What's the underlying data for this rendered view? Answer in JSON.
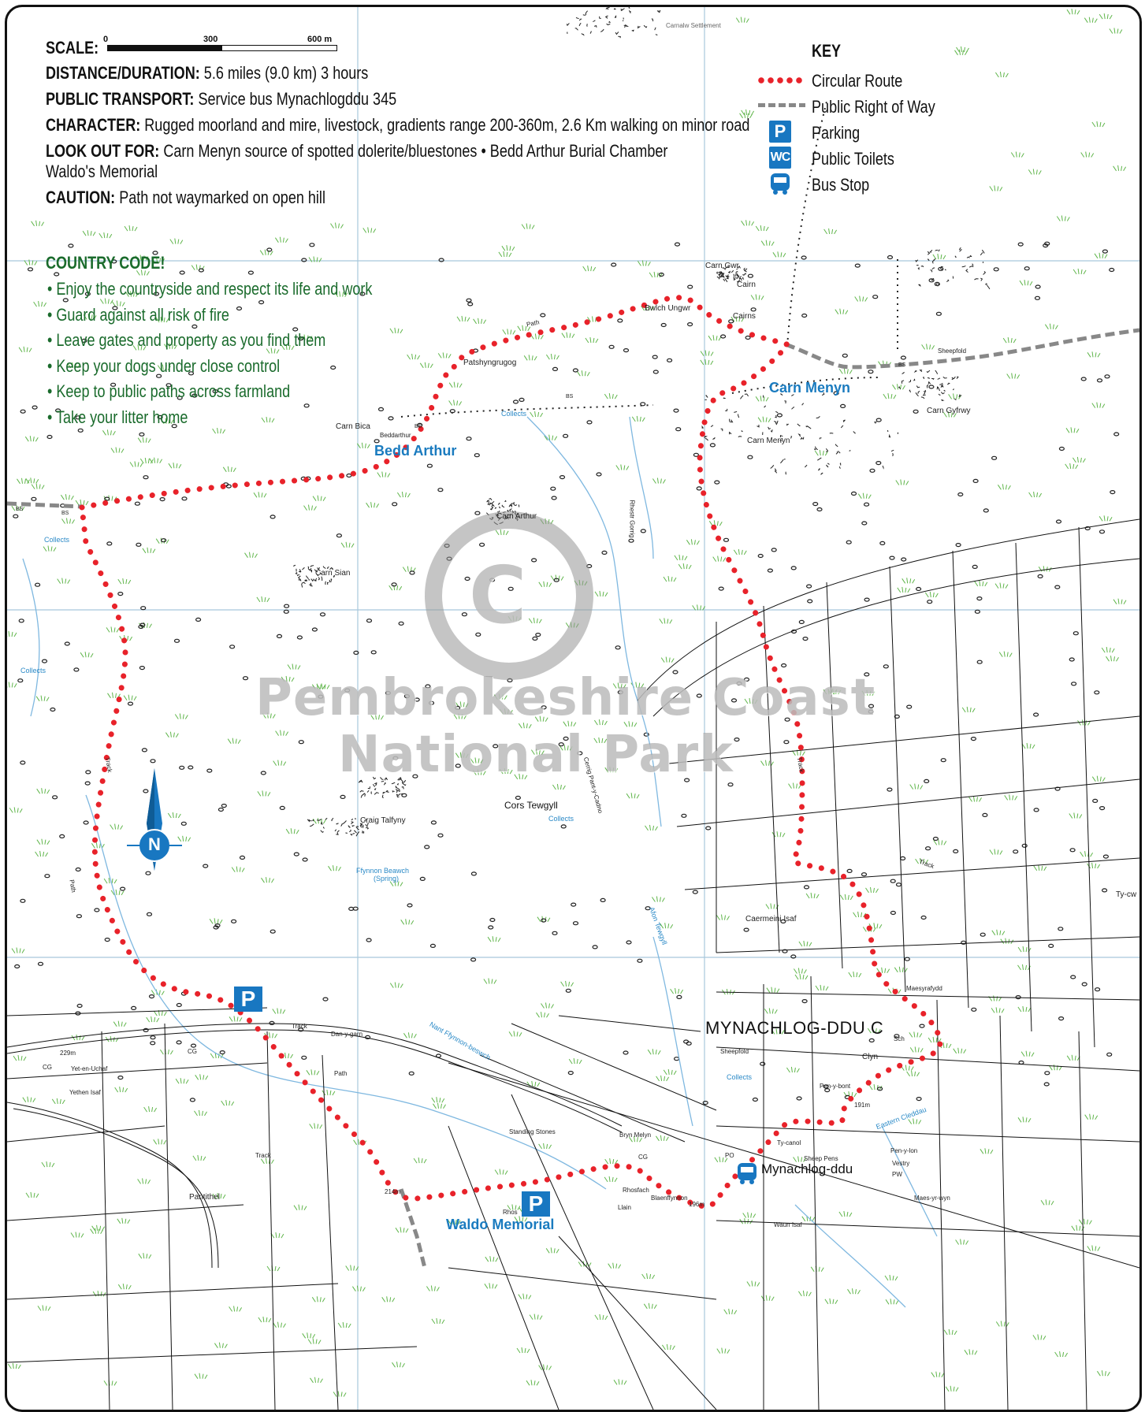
{
  "info": {
    "scale_label": "SCALE:",
    "scale_ticks": [
      "0",
      "300",
      "600 m"
    ],
    "distance_label": "DISTANCE/DURATION:",
    "distance_value": "5.6 miles (9.0 km) 3 hours",
    "transport_label": "PUBLIC TRANSPORT:",
    "transport_value": "Service bus Mynachlogddu 345",
    "character_label": "CHARACTER:",
    "character_value": "Rugged moorland and mire, livestock, gradients range 200-360m, 2.6 Km walking on minor road",
    "lookout_label": "LOOK OUT FOR:",
    "lookout_value": "Carn Menyn source of spotted dolerite/bluestones • Bedd Arthur Burial Chamber",
    "lookout_value_2": "Waldo's Memorial",
    "caution_label": "CAUTION:",
    "caution_value": "Path not waymarked on open hill"
  },
  "country_code": {
    "title": "COUNTRY CODE!",
    "items": [
      "Enjoy the countryside and respect its life and work",
      "Guard against all risk of fire",
      "Leave gates and property as you find them",
      "Keep your dogs under close control",
      "Keep to public paths across farmland",
      "Take your litter home"
    ]
  },
  "key": {
    "title": "KEY",
    "items": [
      {
        "icon": "red-dotted-line",
        "label": "Circular Route"
      },
      {
        "icon": "grey-dashed-line",
        "label": "Public Right of Way"
      },
      {
        "icon": "parking-icon",
        "glyph": "P",
        "label": "Parking"
      },
      {
        "icon": "toilets-icon",
        "glyph": "WC",
        "label": "Public Toilets"
      },
      {
        "icon": "bus-icon",
        "label": "Bus Stop"
      }
    ]
  },
  "places": {
    "carn_menyn": "Carn Menyn",
    "bedd_arthur": "Bedd Arthur",
    "waldo_memorial": "Waldo Memorial",
    "mynachlog_ddu": "Mynachlog-ddu",
    "mynachlog_ddu_caps": "MYNACHLOG-DDU C",
    "cors_tewgyll": "Cors Tewgyll"
  },
  "map_labels": {
    "carn_gwr": "Carn Gwr",
    "bwlch_ungwr": "Bwlch Ungwr",
    "cairns": "Cairns",
    "cairn": "Cairn",
    "patshyngrugog": "Patshyngrugog",
    "carn_bica": "Carn Bica",
    "beddarthur": "Beddarthur",
    "carn_arthur": "Carn Arthur",
    "carn_sian": "Carn Sian",
    "craig_talfyny": "Craig Talfyny",
    "carn_gyfrwy": "Carn Gyfrwy",
    "carn_menyn_small": "Carn Menyn",
    "sheepfold": "Sheepfold",
    "carmeini_isaf": "Caermeini Isaf",
    "maesyrafydd": "Maesyrafydd",
    "clyn": "Clyn",
    "pen_y_bont": "Pen-y-bont",
    "dan_y_garn": "Dan-y-garn",
    "yet_en_uchaf": "Yet-en-Uchaf",
    "yethen_isaf": "Yethen Isaf",
    "pantithel": "Pantithel",
    "standing_stones": "Standing Stones",
    "bryn_melyn": "Bryn Melyn",
    "rhosfach": "Rhosfach",
    "blaenffynnon": "Blaenffynnon",
    "ty_canol": "Ty-canol",
    "sheep_pens": "Sheep Pens",
    "pen_y_lon": "Pen-y-lon",
    "vestry": "Vestry",
    "maes_yr_wyn": "Maes-yr-wyn",
    "waun_isaf": "Waun Isaf",
    "rhos": "Rhos",
    "ty_cwm": "Ty-cw",
    "track": "Track",
    "path": "Path",
    "flynnon_beawch": "Ffynnon Beawch",
    "spring": "(Spring)",
    "collects": "Collects",
    "rhestr_gorrig": "Rhestr Gorrig",
    "cerrig_pant": "Cerrig Pant-y-Cadno",
    "afon_tewgyll": "Afon Tewgyll",
    "nant_ffynnon": "Nant Ffynnon-beswch",
    "eastern_cleddau": "Eastern Cleddau",
    "h229": "229m",
    "h191": "191m",
    "h214": "214m",
    "h196": "196m",
    "po": "PO",
    "pw": "PW",
    "cg": "CG",
    "sch": "Sch",
    "bs": "BS",
    "llain": "Llain",
    "carnalw": "Carnalw Settlement"
  },
  "watermark": {
    "line1": "Pembrokeshire Coast",
    "line2": "National Park",
    "symbol": "C"
  },
  "compass": {
    "letter": "N"
  },
  "colors": {
    "route": "#e8222a",
    "right_of_way": "#888888",
    "accent_blue": "#1877c1",
    "country_green": "#1a6b2c",
    "grid": "#8fb9d4"
  }
}
